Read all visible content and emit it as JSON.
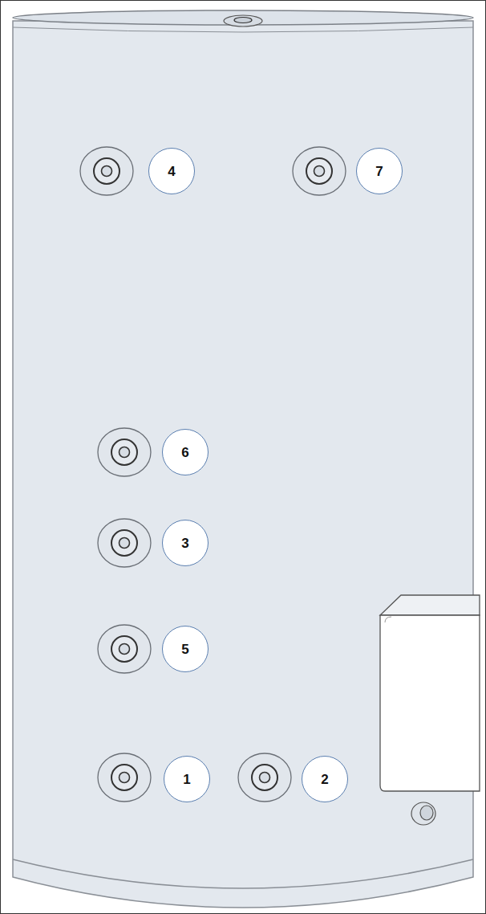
{
  "diagram": {
    "nodes": [
      {
        "text": [
          "4"
        ]
      },
      {
        "text": [
          "7"
        ]
      },
      {
        "text": [
          "6"
        ]
      },
      {
        "text": [
          "3"
        ]
      },
      {
        "text": [
          "5"
        ]
      },
      {
        "text": [
          "1"
        ]
      },
      {
        "text": [
          "2"
        ]
      }
    ]
  }
}
